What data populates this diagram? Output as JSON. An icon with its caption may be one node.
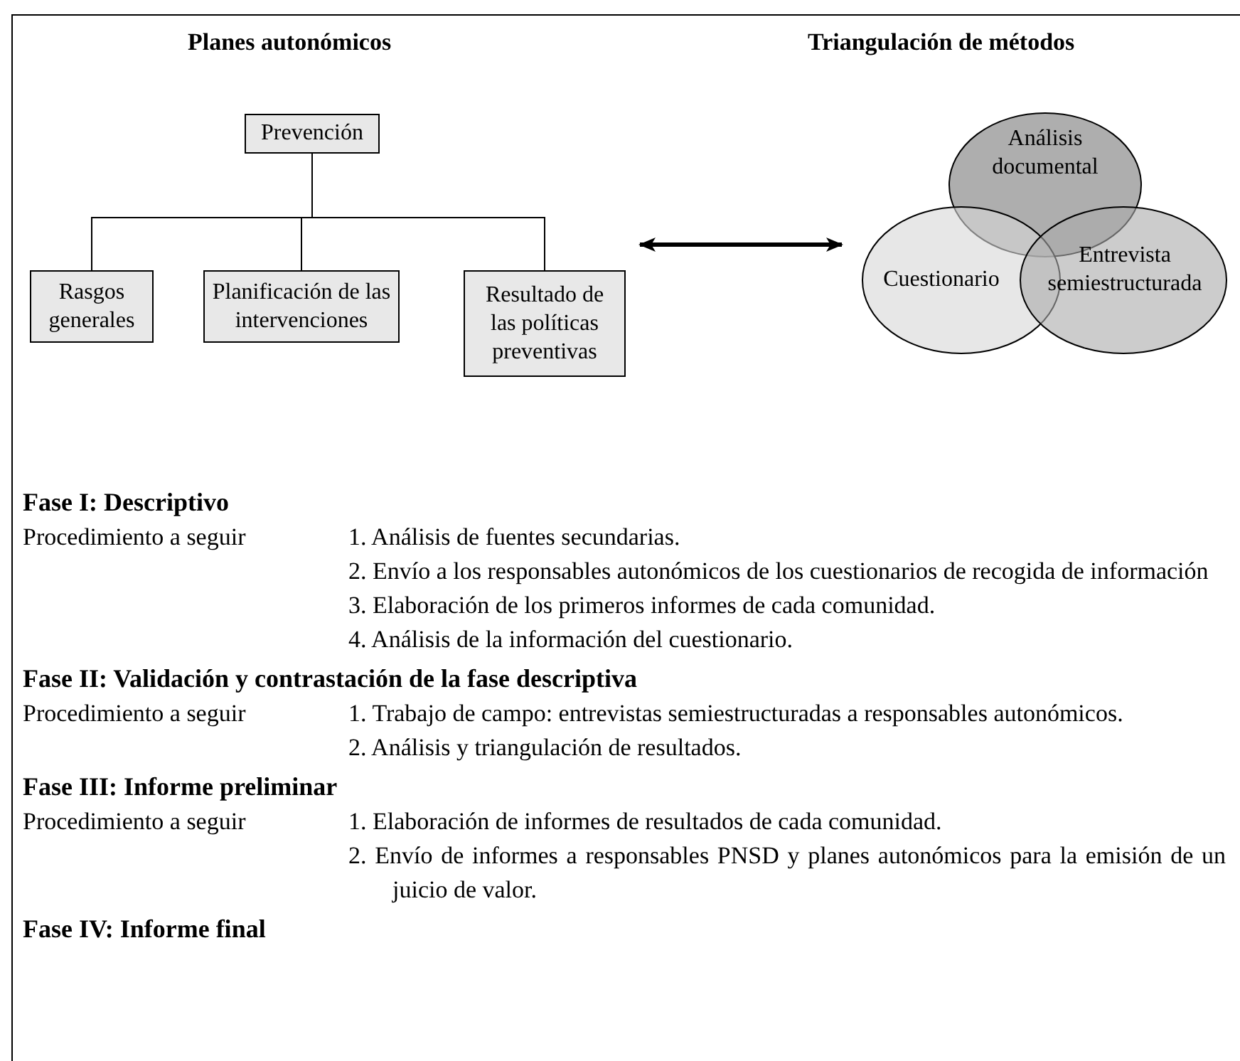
{
  "diagram": {
    "nodes": [
      {
        "text": [
          "Planes autonómicos"
        ]
      },
      {
        "text": [
          "Prevención"
        ],
        "in": 0
      },
      {
        "text": [
          "Rasgos generales"
        ],
        "in": 0
      },
      {
        "text": [
          "Planificación de las intervenciones"
        ],
        "in": 0
      },
      {
        "text": [
          "Resultado de las políticas preventivas"
        ],
        "in": 0
      },
      {
        "text": [
          "Triangulación de métodos"
        ]
      },
      {
        "text": [
          "Análisis documental"
        ],
        "in": 5
      },
      {
        "text": [
          "Cuestionario"
        ],
        "in": 5
      },
      {
        "text": [
          "Entrevista semiestructurada"
        ],
        "in": 5
      }
    ],
    "edges": [
      {
        "from": 1,
        "to": 2,
        "arrow": "none"
      },
      {
        "from": 1,
        "to": 3,
        "arrow": "none"
      },
      {
        "from": 1,
        "to": 4,
        "arrow": "none"
      },
      {
        "from": 0,
        "to": 5,
        "arrow": "both",
        "style": "thick"
      }
    ],
    "labels": [
      "Fase I: Descriptivo",
      "Procedimiento a seguir",
      "1. Análisis de fuentes secundarias.",
      "2. Envío a los responsables autonómicos de los cuestionarios de recogida de información",
      "3. Elaboración de los primeros informes de cada comunidad.",
      "4. Análisis de la información del cuestionario.",
      "Fase II: Validación y contrastación de la fase descriptiva",
      "Procedimiento a seguir",
      "1. Trabajo de campo: entrevistas semiestructuradas a responsables autonómicos.",
      "2. Análisis y triangulación de resultados.",
      "Fase III: Informe preliminar",
      "Procedimiento a seguir",
      "1. Elaboración de informes de resultados de cada comunidad.",
      "2. Envío de informes a responsables PNSD y planes autonómicos para la emisión de un juicio de valor.",
      "Fase IV: Informe final"
    ]
  }
}
